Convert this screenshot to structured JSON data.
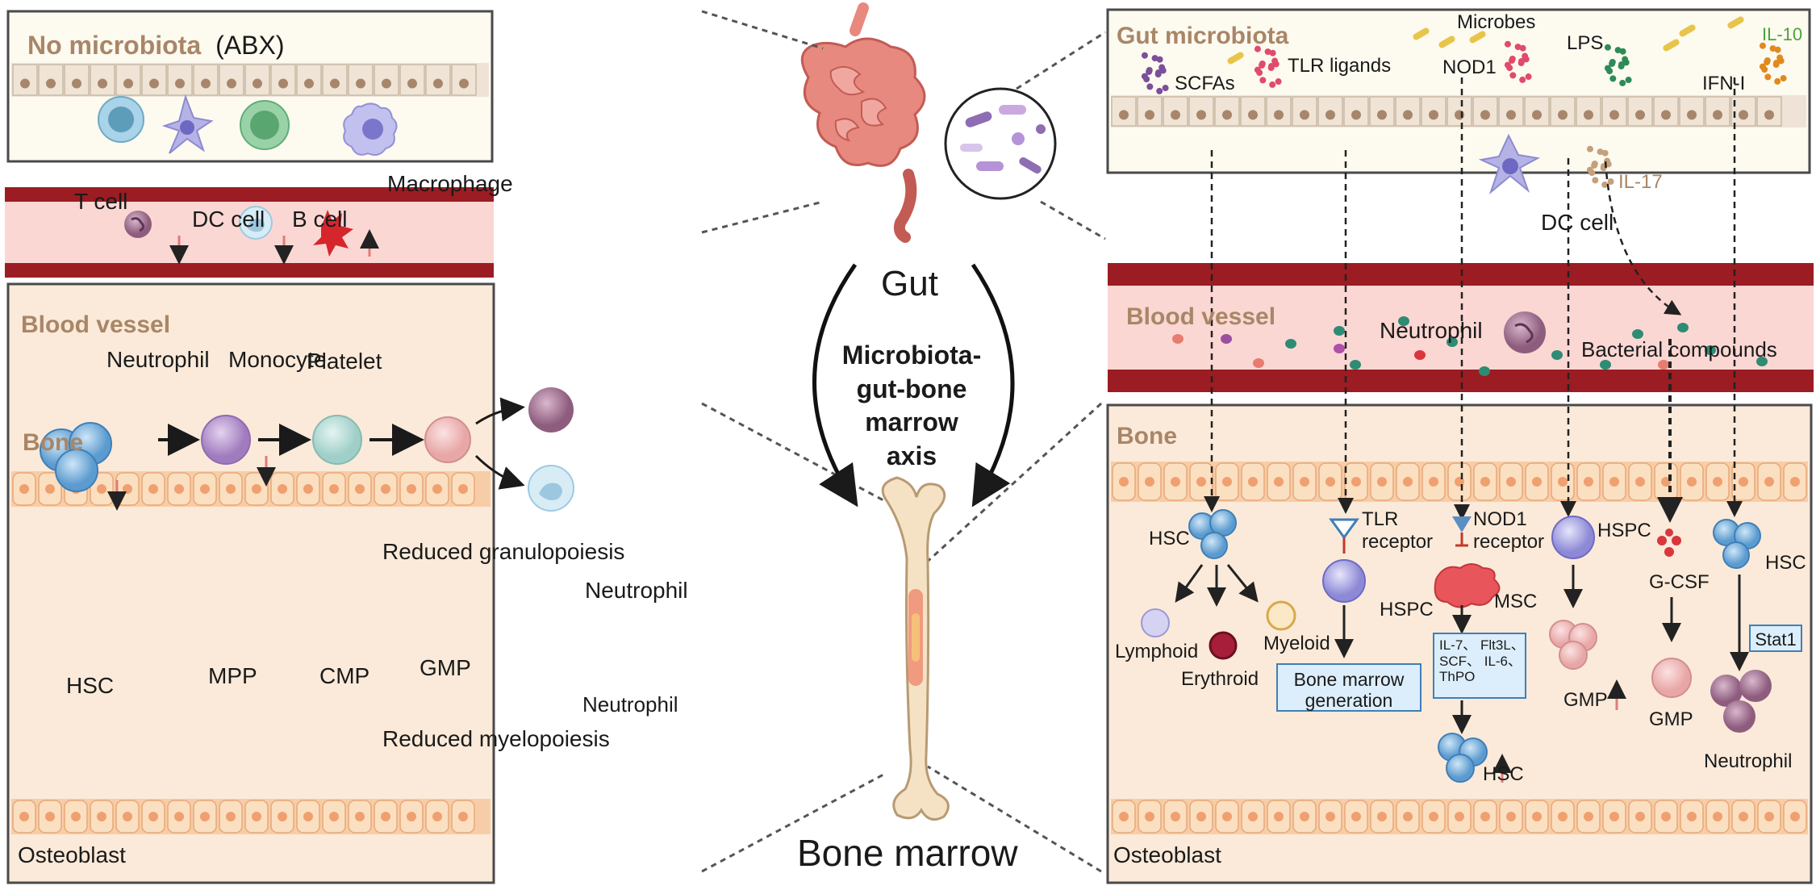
{
  "center": {
    "gut_label": "Gut",
    "axis_label_lines": [
      "Microbiota-",
      "gut-bone",
      "marrow axis"
    ],
    "bone_marrow_label": "Bone marrow"
  },
  "left": {
    "top_title": "No microbiota",
    "top_title_suffix": "(ABX)",
    "cells": {
      "t_cell": "T cell",
      "dc_cell": "DC cell",
      "b_cell": "B cell",
      "macrophage": "Macrophage"
    },
    "vessel_title": "Blood vessel",
    "vessel_items": {
      "neutrophil": "Neutrophil",
      "monocyte": "Monocyte",
      "platelet": "Platelet"
    },
    "bone_title": "Bone",
    "bone_items": {
      "hsc": "HSC",
      "mpp": "MPP",
      "cmp": "CMP",
      "gmp": "GMP",
      "neutrophil_a": "Neutrophil",
      "neutrophil_b": "Neutrophil",
      "reduced_granulopoiesis": "Reduced granulopoiesis",
      "reduced_myelopoiesis": "Reduced myelopoiesis"
    },
    "osteoblast": "Osteoblast"
  },
  "right": {
    "top_title": "Gut microbiota",
    "signals": {
      "scfas": "SCFAs",
      "tlr_ligands": "TLR ligands",
      "microbes": "Microbes",
      "nod1": "NOD1",
      "lps": "LPS",
      "il10": "IL-10",
      "ifn1": "IFN-I",
      "il17": "IL-17",
      "dc_cell": "DC cell"
    },
    "vessel_title": "Blood vessel",
    "vessel_items": {
      "neutrophil": "Neutrophil",
      "bacterial_compounds": "Bacterial compounds"
    },
    "bone_title": "Bone",
    "bone_items": {
      "hsc": "HSC",
      "lymphoid": "Lymphoid",
      "erythroid": "Erythroid",
      "myeloid": "Myeloid",
      "tlr_receptor": [
        "TLR",
        "receptor"
      ],
      "hspc_a": "HSPC",
      "bone_marrow_generation": [
        "Bone marrow",
        "generation"
      ],
      "nod1_receptor": [
        "NOD1",
        "receptor"
      ],
      "msc": "MSC",
      "cytokines": [
        "IL-7、 Flt3L、",
        "SCF、 IL-6、",
        "ThPO"
      ],
      "hsc_up": "HSC",
      "hspc_b": "HSPC",
      "gmp_up": "GMP",
      "gcsf": "G-CSF",
      "gmp": "GMP",
      "hsc_right": "HSC",
      "stat1": "Stat1",
      "neutrophil": "Neutrophil"
    },
    "osteoblast": "Osteoblast"
  },
  "colors": {
    "panel_border": "#4a4a4a",
    "panel_fill": "#fdfaf0",
    "bone_fill": "#fbead9",
    "vessel_dark": "#9b1c22",
    "vessel_light": "#fbd7d3",
    "title_brown": "#a88667",
    "down_arrow": "#e27a7a",
    "hsc_blue": "#6aa9d8",
    "note_blue": "#dceefb"
  }
}
